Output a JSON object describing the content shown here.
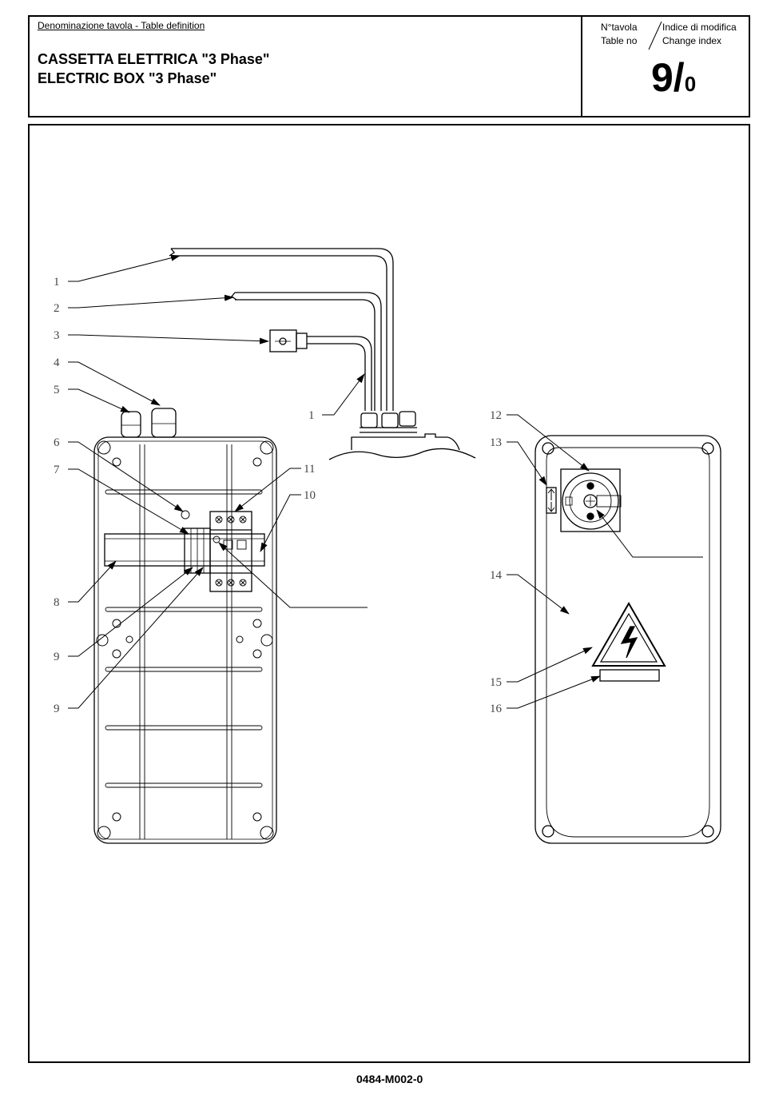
{
  "header": {
    "table_definition_label": "Denominazione tavola - Table definition",
    "title_it": "CASSETTA ELETTRICA \"3 Phase\"",
    "title_en": "ELECTRIC BOX \"3 Phase\"",
    "table_no_label_it": "N°tavola",
    "table_no_label_en": "Table no",
    "change_index_label_it": "Indice di modifica",
    "change_index_label_en": "Change index",
    "table_number": "9/",
    "change_index": "0"
  },
  "callouts": {
    "c1": "1",
    "c2": "2",
    "c3": "3",
    "c4": "4",
    "c5": "5",
    "c6": "6",
    "c7": "7",
    "c8": "8",
    "c9a": "9",
    "c9b": "9",
    "c10": "10",
    "c11": "11",
    "c1b": "1",
    "c12": "12",
    "c13": "13",
    "c14": "14",
    "c15": "15",
    "c16": "16"
  },
  "footer": {
    "document_code": "0484-M002-0"
  }
}
